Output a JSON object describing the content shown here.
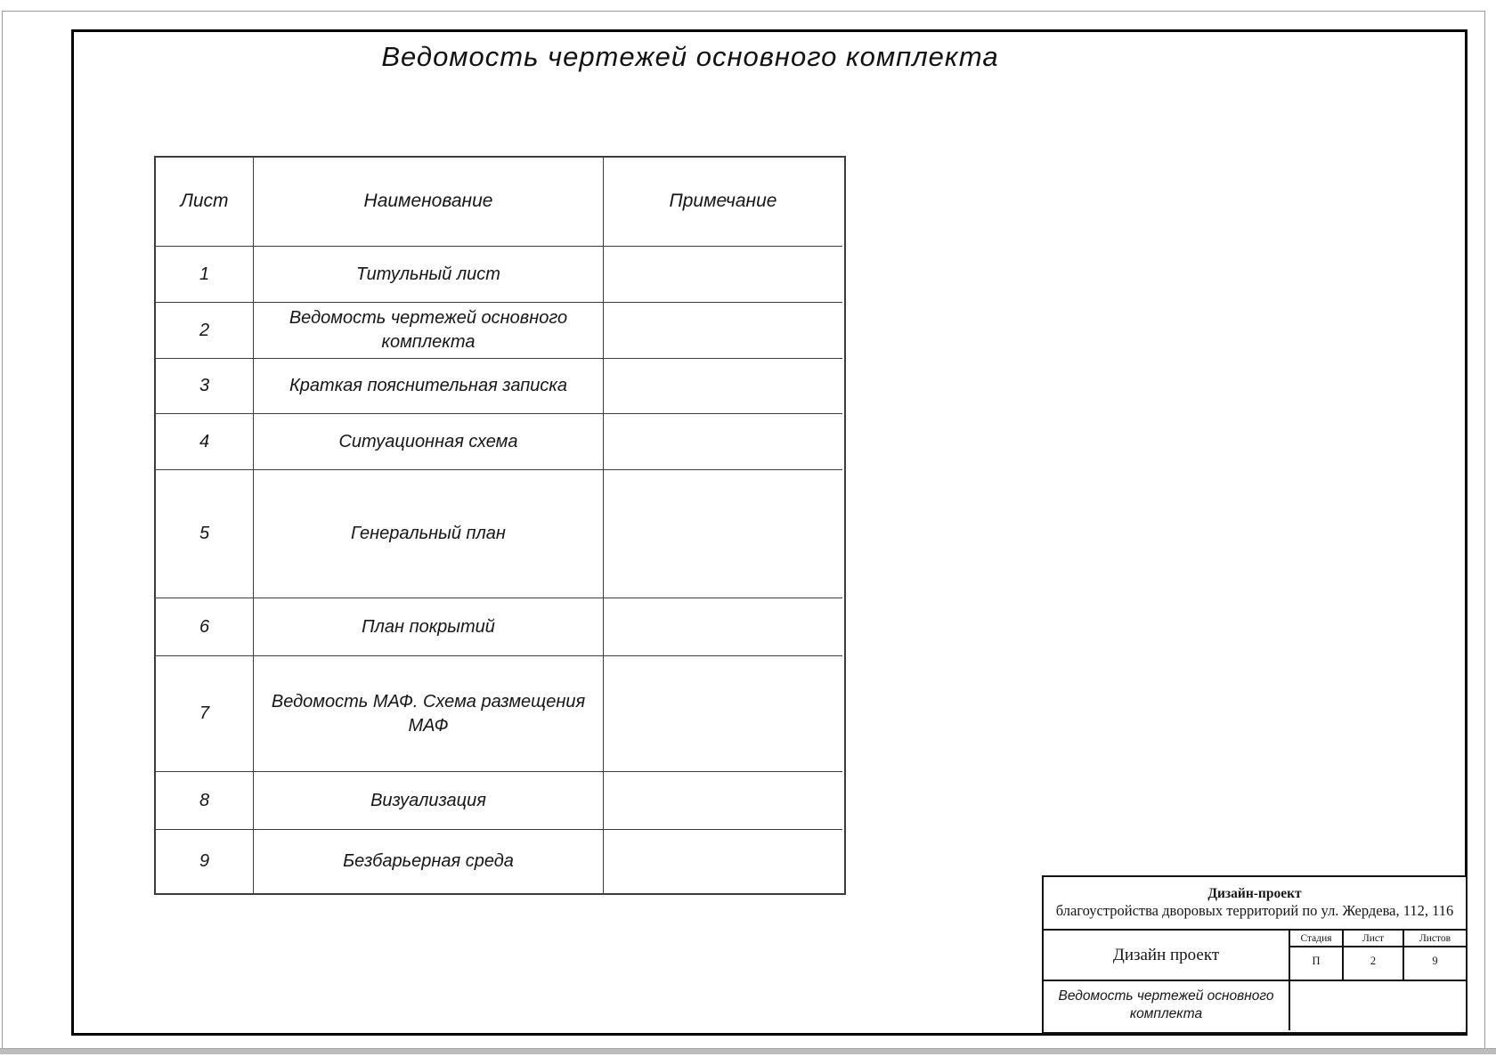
{
  "page": {
    "title": "Ведомость чертежей основного комплекта"
  },
  "table": {
    "headers": {
      "sheet": "Лист",
      "name": "Наименование",
      "note": "Примечание"
    },
    "rows": [
      {
        "sheet": "1",
        "name": "Титульный лист",
        "note": ""
      },
      {
        "sheet": "2",
        "name": "Ведомость чертежей основного комплекта",
        "note": ""
      },
      {
        "sheet": "3",
        "name": "Краткая пояснительная записка",
        "note": ""
      },
      {
        "sheet": "4",
        "name": "Ситуационная схема",
        "note": ""
      },
      {
        "sheet": "5",
        "name": "Генеральный план",
        "note": ""
      },
      {
        "sheet": "6",
        "name": "План покрытий",
        "note": ""
      },
      {
        "sheet": "7",
        "name": "Ведомость МАФ. Схема размещения МАФ",
        "note": ""
      },
      {
        "sheet": "8",
        "name": "Визуализация",
        "note": ""
      },
      {
        "sheet": "9",
        "name": "Безбарьерная среда",
        "note": ""
      }
    ]
  },
  "title_block": {
    "project_title": "Дизайн-проект",
    "project_subtitle": "благоустройства дворовых территорий по ул. Жердева, 112, 116",
    "org_label": "Дизайн проект",
    "stage_header": "Стадия",
    "sheet_header": "Лист",
    "sheets_header": "Листов",
    "stage_value": "П",
    "sheet_value": "2",
    "sheets_value": "9",
    "doc_name": "Ведомость чертежей основного комплекта"
  },
  "colors": {
    "line": "#000000",
    "text": "#161616",
    "bottom_bar": "#bdbdbd"
  }
}
